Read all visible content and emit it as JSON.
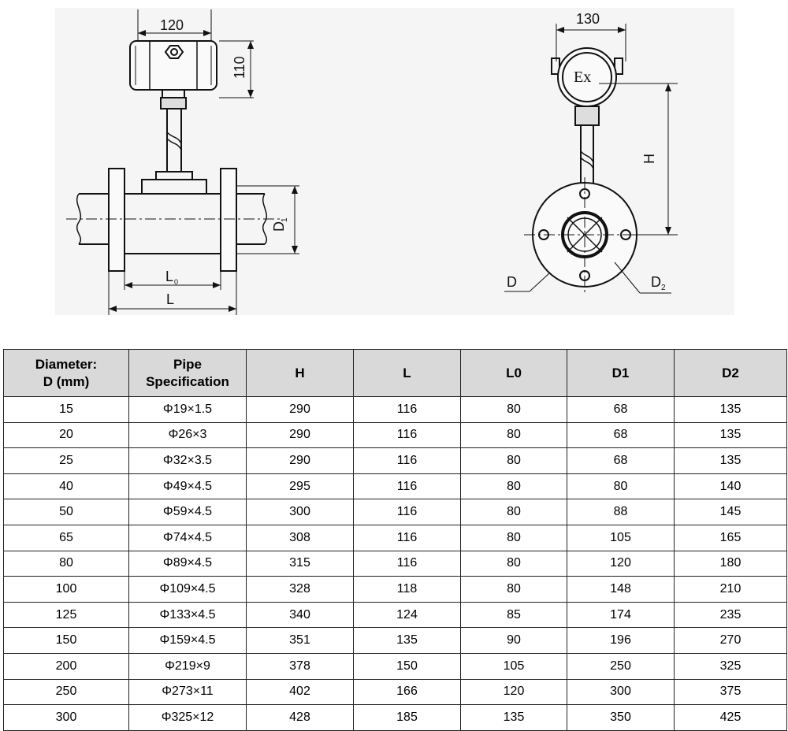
{
  "drawing": {
    "front_view": {
      "dim_width": "120",
      "dim_height": "110",
      "dim_d1": "D",
      "dim_d1_sub": "1",
      "dim_l0": "L",
      "dim_l0_sub": "0",
      "dim_l": "L"
    },
    "side_view": {
      "dim_width": "130",
      "ex_mark": "Ex",
      "dim_h": "H",
      "dim_d": "D",
      "dim_d2": "D",
      "dim_d2_sub": "2"
    }
  },
  "table": {
    "headers": [
      "Diameter:\nD (mm)",
      "Pipe\nSpecification",
      "H",
      "L",
      "L0",
      "D1",
      "D2"
    ],
    "rows": [
      [
        "15",
        "Φ19×1.5",
        "290",
        "116",
        "80",
        "68",
        "135"
      ],
      [
        "20",
        "Φ26×3",
        "290",
        "116",
        "80",
        "68",
        "135"
      ],
      [
        "25",
        "Φ32×3.5",
        "290",
        "116",
        "80",
        "68",
        "135"
      ],
      [
        "40",
        "Φ49×4.5",
        "295",
        "116",
        "80",
        "80",
        "140"
      ],
      [
        "50",
        "Φ59×4.5",
        "300",
        "116",
        "80",
        "88",
        "145"
      ],
      [
        "65",
        "Φ74×4.5",
        "308",
        "116",
        "80",
        "105",
        "165"
      ],
      [
        "80",
        "Φ89×4.5",
        "315",
        "116",
        "80",
        "120",
        "180"
      ],
      [
        "100",
        "Φ109×4.5",
        "328",
        "118",
        "80",
        "148",
        "210"
      ],
      [
        "125",
        "Φ133×4.5",
        "340",
        "124",
        "85",
        "174",
        "235"
      ],
      [
        "150",
        "Φ159×4.5",
        "351",
        "135",
        "90",
        "196",
        "270"
      ],
      [
        "200",
        "Φ219×9",
        "378",
        "150",
        "105",
        "250",
        "325"
      ],
      [
        "250",
        "Φ273×11",
        "402",
        "166",
        "120",
        "300",
        "375"
      ],
      [
        "300",
        "Φ325×12",
        "428",
        "185",
        "135",
        "350",
        "425"
      ]
    ]
  }
}
